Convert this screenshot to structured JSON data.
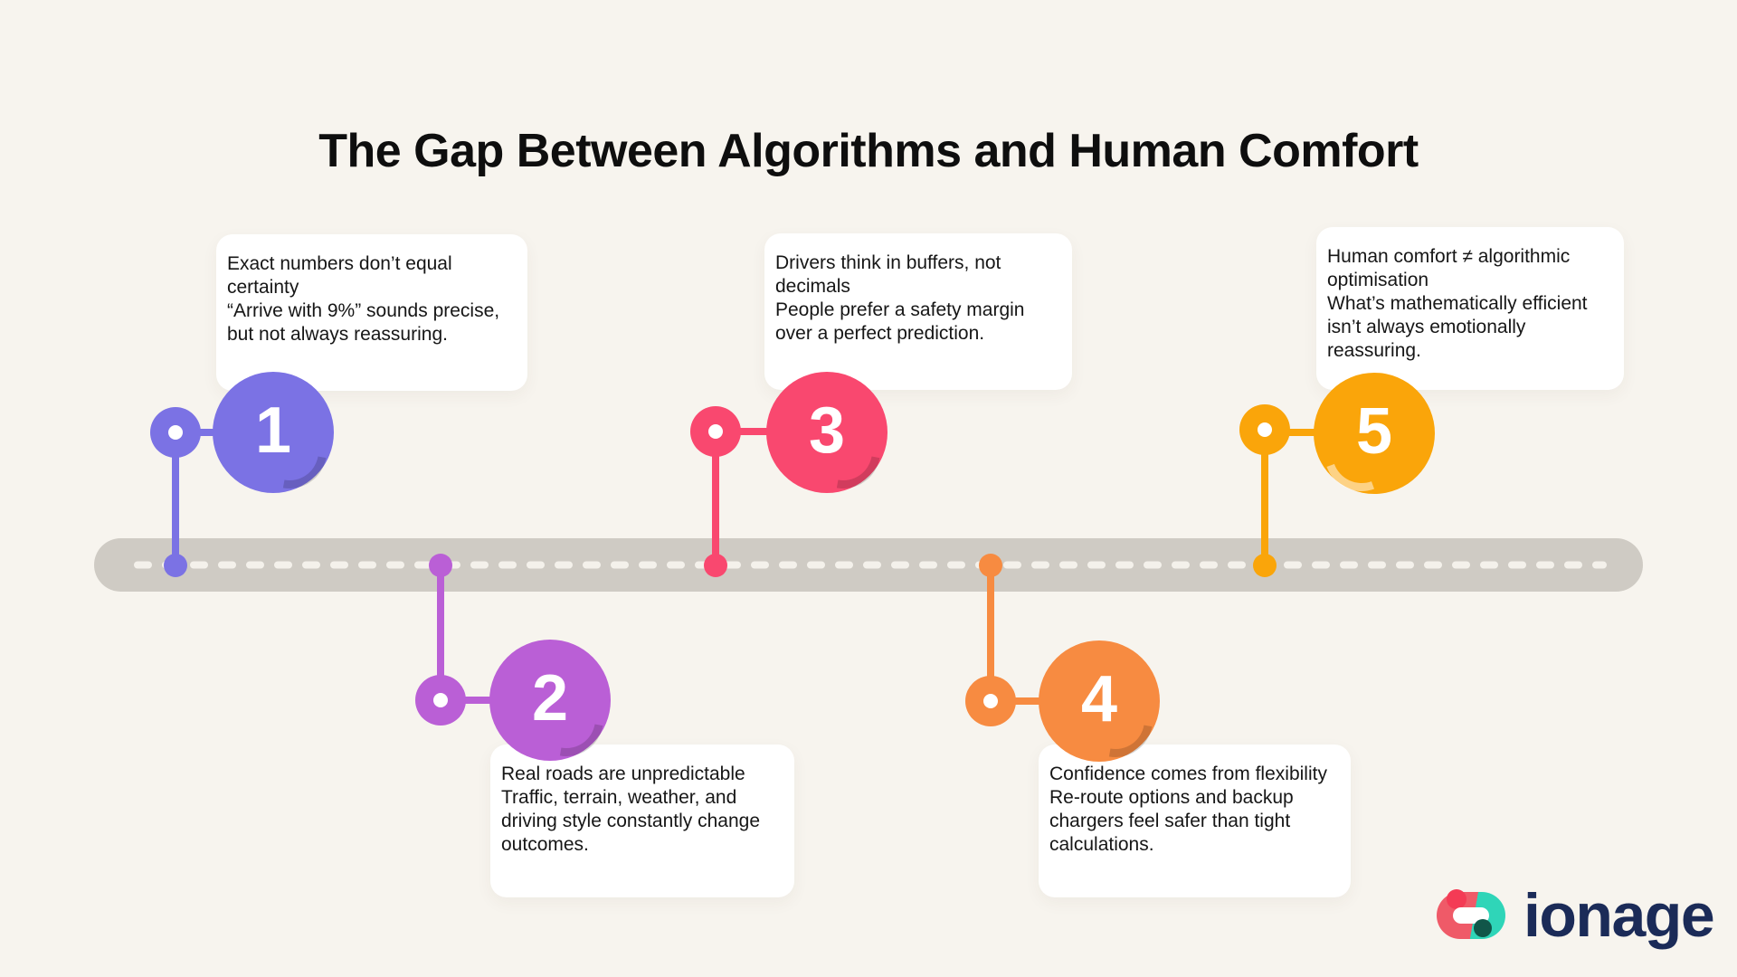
{
  "title": "The Gap Between Algorithms and Human Comfort",
  "background_color": "#F7F4EE",
  "road": {
    "color": "#CFCBC4",
    "dash_color": "#F4F1EB"
  },
  "milestones": [
    {
      "number": "1",
      "color": "#7B72E4",
      "position": "top",
      "heading": "Exact numbers don’t equal certainty",
      "body": "“Arrive with 9%” sounds precise, but not always reassuring."
    },
    {
      "number": "2",
      "color": "#BA5FD6",
      "position": "bottom",
      "heading": "Real roads are unpredictable",
      "body": "Traffic, terrain, weather, and driving style constantly change outcomes."
    },
    {
      "number": "3",
      "color": "#F9486F",
      "position": "top",
      "heading": "Drivers think in buffers, not decimals",
      "body": "People prefer a safety margin over a perfect prediction."
    },
    {
      "number": "4",
      "color": "#F78B41",
      "position": "bottom",
      "heading": "Confidence comes from flexibility",
      "body": "Re-route options and backup chargers feel safer than tight calculations."
    },
    {
      "number": "5",
      "color": "#FAA50A",
      "position": "top",
      "heading": "Human comfort ≠ algorithmic optimisation",
      "body": "What’s mathematically efficient isn’t always emotionally reassuring."
    }
  ],
  "logo": {
    "text": "ionage",
    "text_color": "#1B2B58",
    "icon_colors": {
      "coral": "#EF5A68",
      "teal": "#2FD5B8",
      "red": "#F43B55",
      "dark_green": "#115649"
    }
  }
}
